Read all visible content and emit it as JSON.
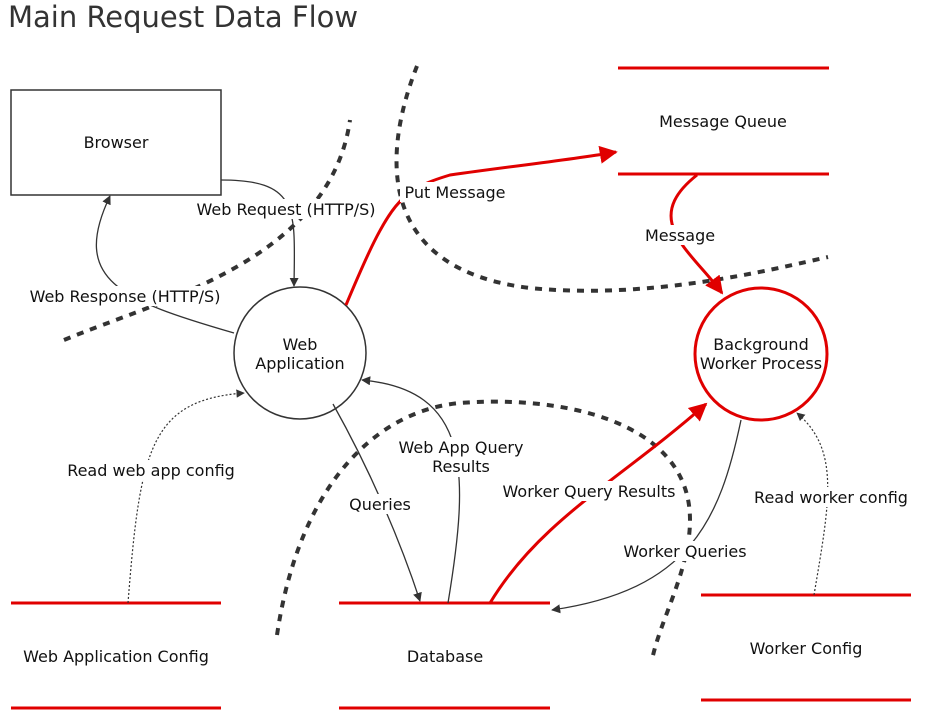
{
  "title": "Main Request Data Flow",
  "nodes": {
    "browser": "Browser",
    "web_app_line1": "Web",
    "web_app_line2": "Application",
    "bg_worker_line1": "Background",
    "bg_worker_line2": "Worker Process",
    "message_queue": "Message Queue",
    "web_app_config": "Web Application Config",
    "database": "Database",
    "worker_config": "Worker Config"
  },
  "flows": {
    "web_request": "Web Request (HTTP/S)",
    "web_response": "Web Response (HTTP/S)",
    "put_message": "Put Message",
    "message": "Message",
    "read_web_app_config": "Read web app config",
    "web_app_query_results_line1": "Web App Query",
    "web_app_query_results_line2": "Results",
    "queries": "Queries",
    "worker_query_results": "Worker Query Results",
    "worker_queries": "Worker Queries",
    "read_worker_config": "Read worker config"
  },
  "colors": {
    "highlight": "#e00000",
    "line": "#333333",
    "boundary": "#333333"
  }
}
